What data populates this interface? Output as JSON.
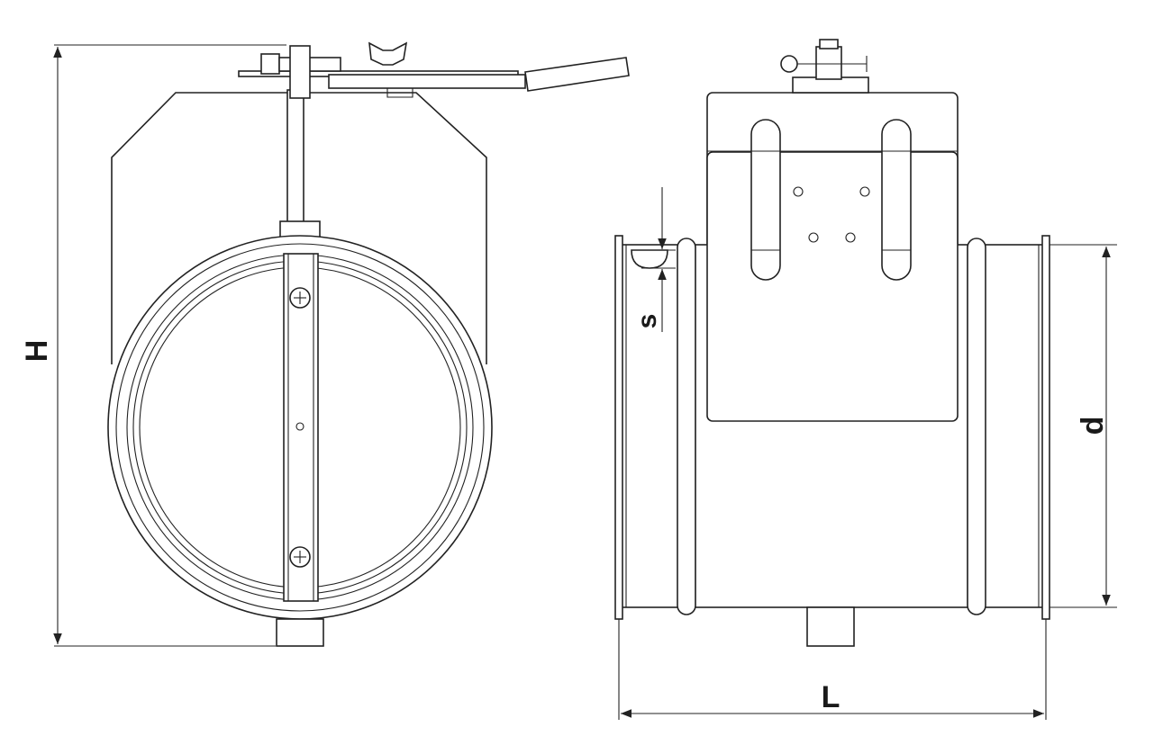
{
  "dimensions": {
    "height_label": "H",
    "length_label": "L",
    "diameter_label": "d",
    "nipple_label": "s"
  },
  "colors": {
    "line": "#222222",
    "background": "#ffffff"
  }
}
